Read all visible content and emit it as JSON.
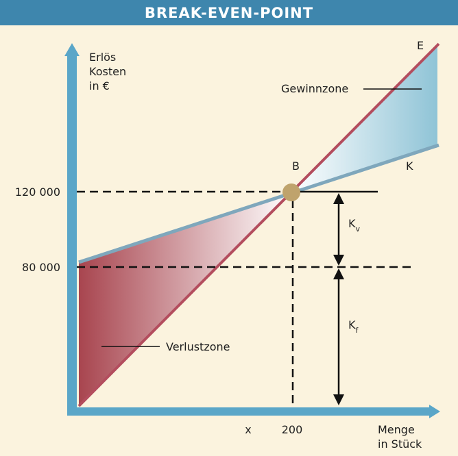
{
  "header": {
    "title": "BREAK-EVEN-POINT"
  },
  "y_axis": {
    "label_lines": [
      "Erlös",
      "Kosten",
      "in €"
    ]
  },
  "x_axis": {
    "label_lines": [
      "Menge",
      "in Stück"
    ]
  },
  "ticks": {
    "y_high": "120 000",
    "y_low": "80 000",
    "x_symbol": "x",
    "x_value": "200"
  },
  "labels": {
    "revenue_line": "E",
    "cost_line": "K",
    "break_even": "B",
    "profit_zone": "Gewinnzone",
    "loss_zone": "Verlustzone",
    "variable_costs_main": "K",
    "variable_costs_sub": "v",
    "fixed_costs_main": "K",
    "fixed_costs_sub": "f"
  },
  "colors": {
    "header": "#3e86ad",
    "background": "#fbf3de",
    "axis": "#5aa6c8",
    "revenue_line": "#b34d5e",
    "cost_line": "#7fa7bc",
    "loss_fill": "#a8454f",
    "profit_fill": "#8ec3d6",
    "break_even_point": "#bfa36c"
  }
}
